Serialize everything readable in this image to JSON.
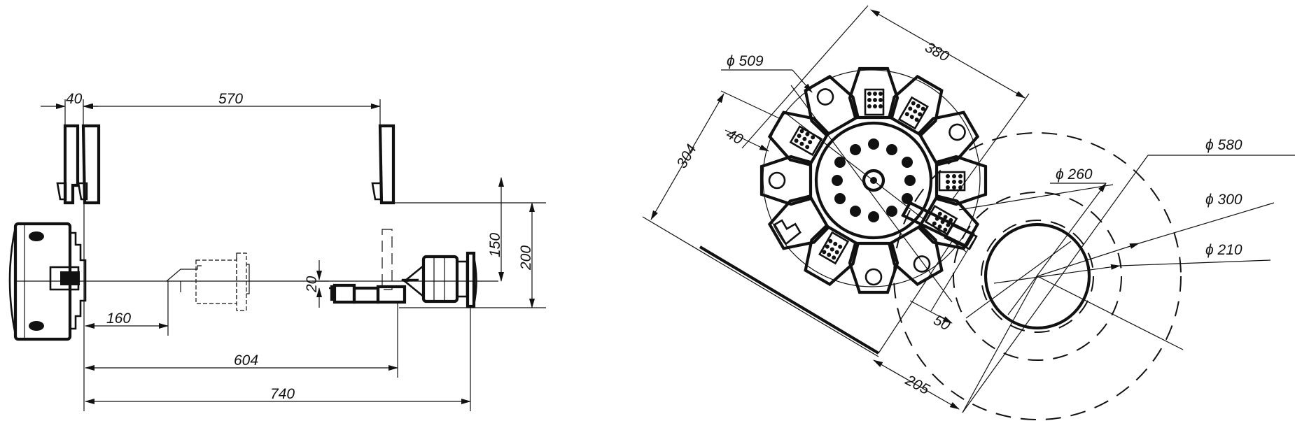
{
  "side_view": {
    "dims": {
      "d40": "40",
      "d570": "570",
      "d150": "150",
      "d200": "200",
      "d20": "20",
      "d160": "160",
      "d604": "604",
      "d740": "740"
    }
  },
  "turret_view": {
    "dims": {
      "d380": "380",
      "d509": "ϕ 509",
      "d304": "304",
      "d40": "40",
      "d580": "ϕ 580",
      "d260": "ϕ 260",
      "d300": "ϕ 300",
      "d210": "ϕ 210",
      "d50": "50",
      "d205": "205"
    }
  }
}
